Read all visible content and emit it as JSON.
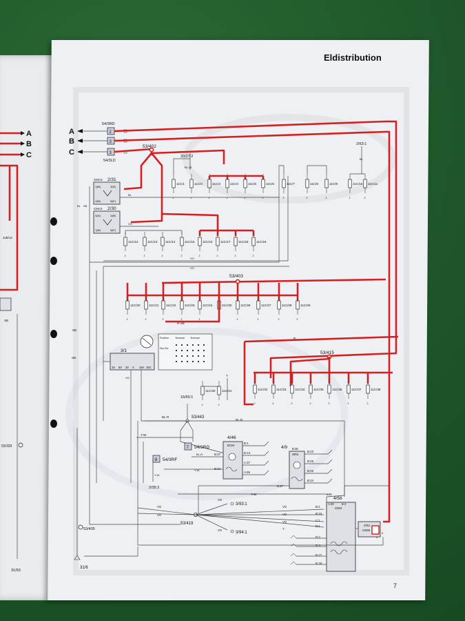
{
  "header": {
    "title": "Eldistribution",
    "page_number": "7"
  },
  "colors": {
    "power_wire": "#d42020",
    "signal_wire": "#444444",
    "page": "#eef0f3"
  },
  "left_page": {
    "outputs": [
      "A",
      "B",
      "C"
    ],
    "fuse": "11B/12",
    "labels": {
      "sb": "SB",
      "ground1": "53/329",
      "ground2": "53/405",
      "bottom": "31/93"
    }
  },
  "feeds": [
    {
      "letter": "A",
      "number": "2",
      "label": "54/3RD"
    },
    {
      "letter": "B",
      "number": "3",
      "label": ""
    },
    {
      "letter": "C",
      "number": "3",
      "label": "54/3LD"
    }
  ],
  "splices": {
    "main": "53/402",
    "mid": "53/403",
    "lower": "53/415",
    "s443": "53/443",
    "s419": "53/419"
  },
  "connectors": {
    "c1": "20/27:2",
    "c2": "2/63:1",
    "c3": "16/65:1",
    "c4": "2/35:2",
    "c5": "3/93:1",
    "c6": "3/94:1",
    "c7": "31/6"
  },
  "relays": [
    {
      "label": "CMA3",
      "id": "2/31"
    },
    {
      "label": "CMA2",
      "id": "2/30"
    }
  ],
  "fuse_rows": [
    [
      "11C/1",
      "11C/2",
      "11C/3",
      "11C/4",
      "11C/5",
      "11C/6",
      "11C/7",
      "11C/8",
      "11C/9",
      "11C/10",
      "11C/11"
    ],
    [
      "11C/12",
      "11C/13",
      "11C/14",
      "11C/15",
      "11C/16",
      "11C/17",
      "11C/18",
      "11C/19"
    ],
    [
      "11C/20",
      "11C/21",
      "11C/22",
      "11C/23",
      "11C/24",
      "11C/25",
      "11C/26",
      "11C/27",
      "11C/28",
      "11C/29"
    ],
    [
      "11C/30",
      "11C/31"
    ],
    [
      "11C/32",
      "11C/33",
      "11C/34",
      "11C/35",
      "11C/36",
      "11C/37",
      "11C/38"
    ]
  ],
  "ignition": {
    "id": "3/1",
    "table_headers": [
      "Position",
      "Terminal",
      "Terminal"
    ],
    "key_label": "Key Out",
    "pins": [
      "15",
      "50",
      "30",
      "X",
      "15A",
      "15C"
    ]
  },
  "relay_blocks": [
    {
      "label": "7",
      "id": "54/3RG"
    },
    {
      "label": "9",
      "id": "54/3RF"
    }
  ],
  "modules": [
    {
      "id": "4/46",
      "name": "ECM",
      "pins": [
        "B:1",
        "B:13",
        "A:37",
        "A:55",
        "B:37",
        "B:23"
      ]
    },
    {
      "id": "4/9",
      "name": "SRS",
      "pins": [
        "B:28",
        "B:23",
        "B:25",
        "B:26",
        "B:24",
        "B:27"
      ]
    },
    {
      "id": "4/56",
      "name": "CEM",
      "pins": [
        "A:20",
        "B:3",
        "B:2",
        "B:10",
        "C:1",
        "D:1",
        "D:2",
        "D:3",
        "B:17",
        "B:18"
      ]
    },
    {
      "id": "2/61",
      "name": "CM65",
      "pins": [
        "4",
        "5"
      ]
    }
  ],
  "wire_codes": [
    "R",
    "BL",
    "VO",
    "SB",
    "R-SB",
    "BL-R",
    "Y-W",
    "Y",
    "W"
  ]
}
